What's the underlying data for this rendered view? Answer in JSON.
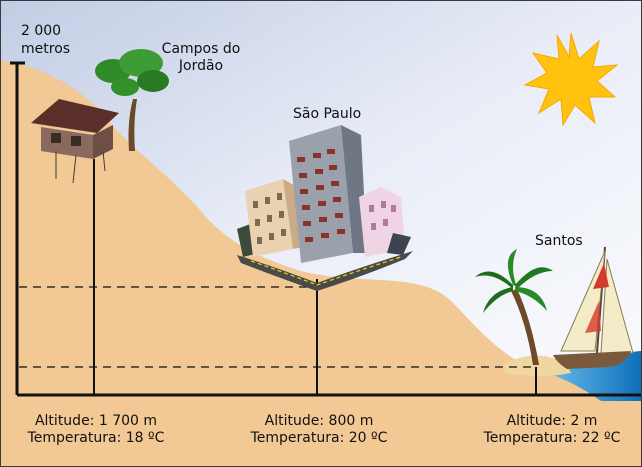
{
  "scale": {
    "value": "2 000",
    "unit": "metros"
  },
  "locations": [
    {
      "name": "Campos do Jordão",
      "name_line1": "Campos do",
      "name_line2": "Jordão",
      "altitude": "Altitude: 1 700 m",
      "temperature": "Temperatura: 18 ºC"
    },
    {
      "name": "São Paulo",
      "altitude": "Altitude: 800 m",
      "temperature": "Temperatura: 20 ºC"
    },
    {
      "name": "Santos",
      "altitude": "Altitude: 2 m",
      "temperature": "Temperatura: 22 ºC"
    }
  ],
  "colors": {
    "sky_top": "#8fa3cf",
    "sky_bottom": "#f4f6fb",
    "land": "#f2c894",
    "sea": "#1e88d0",
    "sun": "#ffc20e",
    "line": "#111111"
  }
}
